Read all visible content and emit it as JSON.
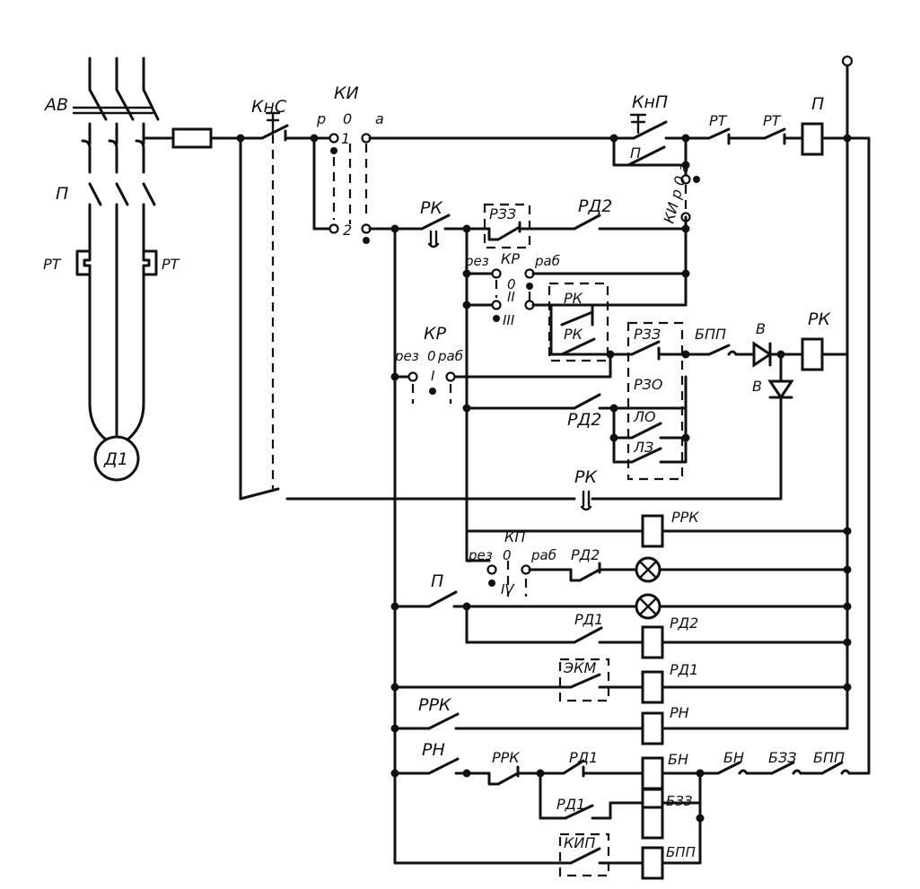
{
  "labels": {
    "av": "АВ",
    "p_left": "П",
    "rt_left": "РТ",
    "rt_right": "РТ",
    "motor": "Д1",
    "kns": "КнС",
    "ki": "КИ",
    "ki_p": "р",
    "ki_0": "0",
    "ki_a": "а",
    "ki_1": "1",
    "ki_2": "2",
    "knp": "КнП",
    "p_contact": "П",
    "rt1": "РТ",
    "rt2": "РТ",
    "p_coil": "П",
    "ki_vertical": "КИ р 0 а",
    "rk_top": "РК",
    "rzz_top": "РЗЗ",
    "rd2_top": "РД2",
    "rez": "рез",
    "kr": "КР",
    "rab": "раб",
    "zero": "0",
    "roman_2": "II",
    "roman_3": "III",
    "rk_box1": "РК",
    "rk_box2": "РК",
    "kr2": "КР",
    "rez2": "рез",
    "zero2": "0",
    "rab2": "раб",
    "roman_1": "I",
    "rzz_mid": "РЗЗ",
    "bpp_mid": "БПП",
    "v1": "В",
    "v2": "В",
    "rk_coil": "РК",
    "rzo": "РЗО",
    "rd2_mid": "РД2",
    "lo": "ЛО",
    "lz": "ЛЗ",
    "rk_low": "РК",
    "rrk_coil": "РРК",
    "kp": "КП",
    "rez3": "рез",
    "zero3": "0",
    "rab3": "раб",
    "rd2_low": "РД2",
    "roman_4": "IV",
    "p_low": "П",
    "rd1_a": "РД1",
    "rd2_coil": "РД2",
    "ekm": "ЭКМ",
    "rd1_coil": "РД1",
    "rrk_contact": "РРК",
    "rn_coil": "РН",
    "rn_contact": "РН",
    "rrk2": "РРК",
    "rd1_b": "РД1",
    "bn_coil": "БН",
    "bn": "БН",
    "bzz": "БЗЗ",
    "bpp": "БПП",
    "rd1_c": "РД1",
    "bzz_coil": "БЗЗ",
    "kip": "КИП",
    "bpp_coil": "БПП"
  }
}
